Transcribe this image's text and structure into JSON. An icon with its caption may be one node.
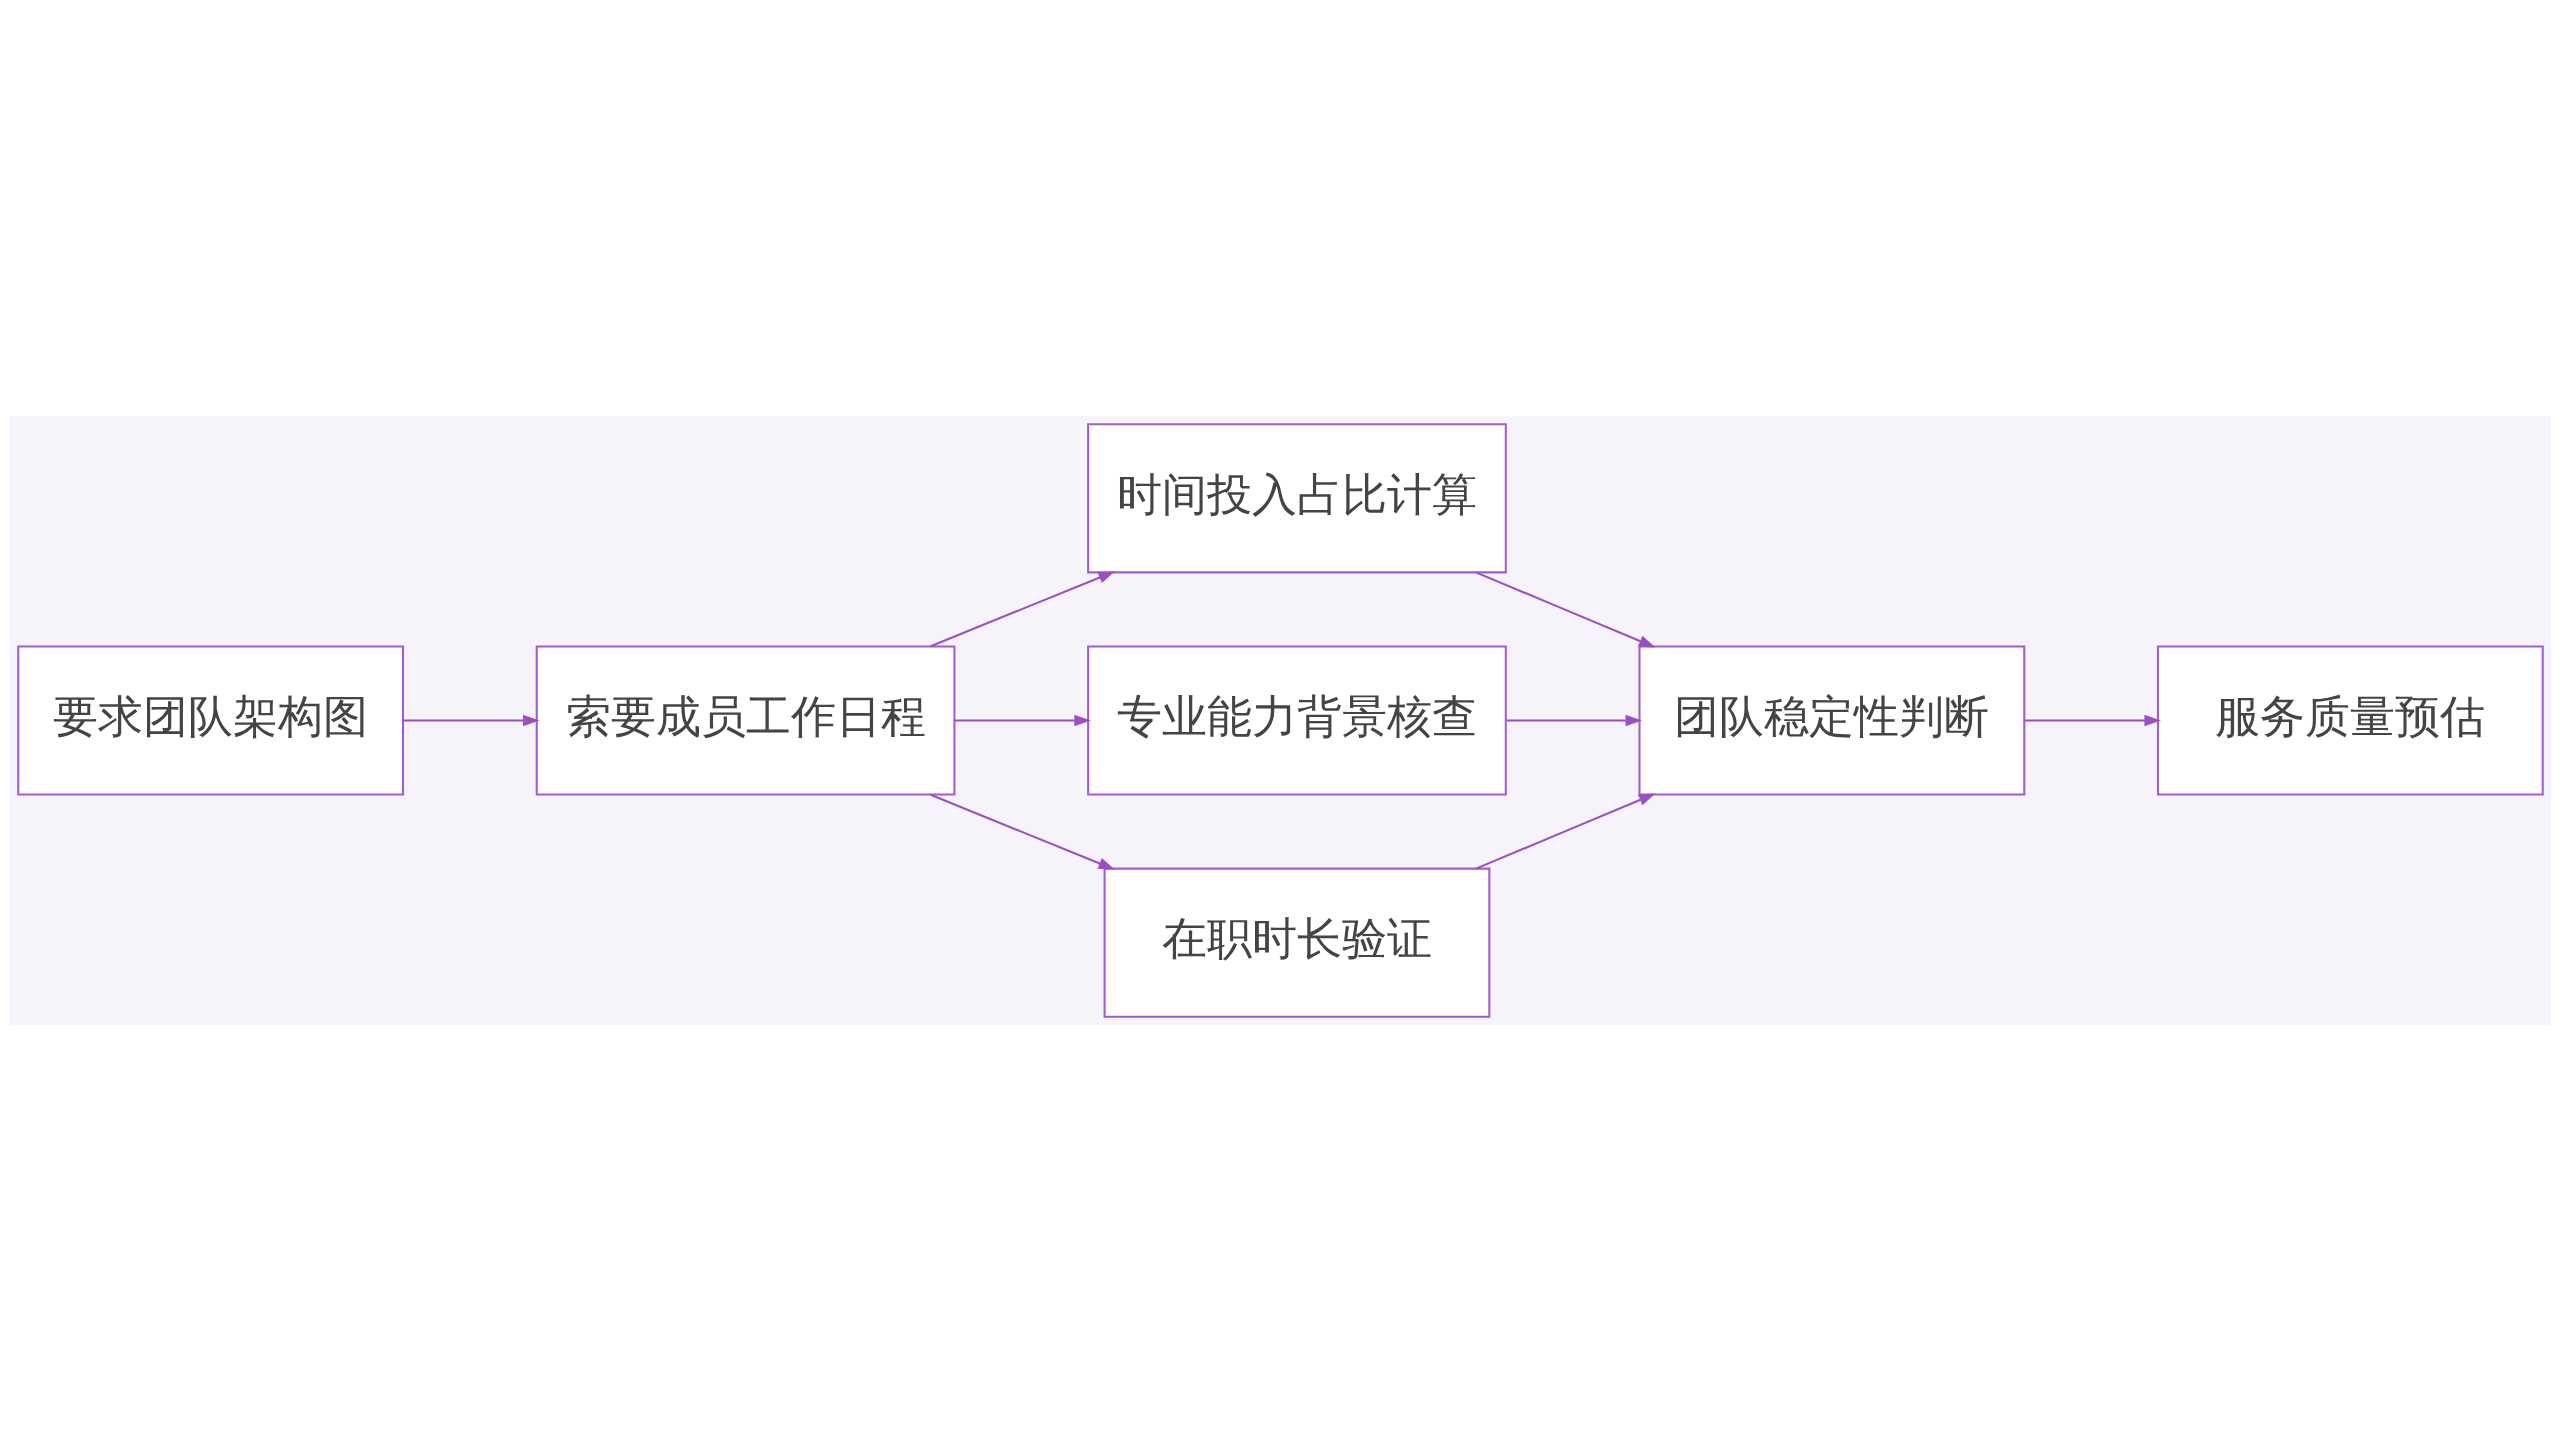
{
  "diagram": {
    "nodes": [
      {
        "text": [
          "要求团队架构图"
        ]
      },
      {
        "text": [
          "索要成员工作日程"
        ]
      },
      {
        "text": [
          "时间投入占比计算"
        ]
      },
      {
        "text": [
          "专业能力背景核查"
        ]
      },
      {
        "text": [
          "在职时长验证"
        ]
      },
      {
        "text": [
          "团队稳定性判断"
        ]
      },
      {
        "text": [
          "服务质量预估"
        ]
      }
    ],
    "edges": [
      {
        "from": 0,
        "to": 1,
        "arrow": "to"
      },
      {
        "from": 1,
        "to": 2,
        "arrow": "to"
      },
      {
        "from": 1,
        "to": 3,
        "arrow": "to"
      },
      {
        "from": 1,
        "to": 4,
        "arrow": "to"
      },
      {
        "from": 2,
        "to": 5,
        "arrow": "to"
      },
      {
        "from": 3,
        "to": 5,
        "arrow": "to"
      },
      {
        "from": 4,
        "to": 5,
        "arrow": "to"
      },
      {
        "from": 5,
        "to": 6,
        "arrow": "to"
      }
    ]
  }
}
